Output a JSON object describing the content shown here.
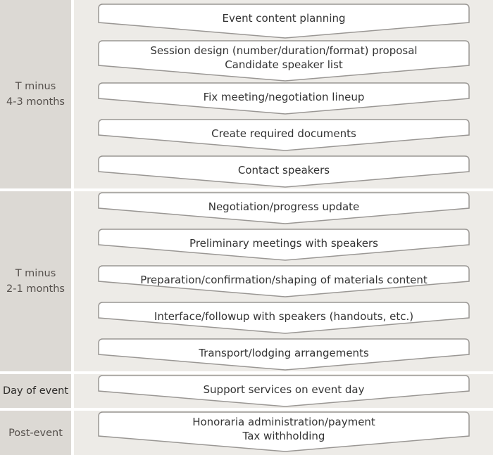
{
  "phases": [
    {
      "label": "T minus\n4-3 months"
    },
    {
      "label": "T minus\n2-1 months"
    },
    {
      "label": "Day of event"
    },
    {
      "label": "Post-event"
    }
  ],
  "steps": [
    {
      "label": "Event content planning"
    },
    {
      "label": "Session design (number/duration/format) proposal\nCandidate speaker list"
    },
    {
      "label": "Fix meeting/negotiation lineup"
    },
    {
      "label": "Create required documents"
    },
    {
      "label": "Contact speakers"
    },
    {
      "label": "Negotiation/progress update"
    },
    {
      "label": "Preliminary meetings with speakers"
    },
    {
      "label": "Preparation/confirmation/shaping of materials content"
    },
    {
      "label": "Interface/followup with speakers (handouts, etc.)"
    },
    {
      "label": "Transport/lodging arrangements"
    },
    {
      "label": "Support services on event day"
    },
    {
      "label": "Honoraria administration/payment\nTax withholding"
    }
  ],
  "colors": {
    "phase_label_bg": "#dcd9d4",
    "phase_area_bg": "#edebe7",
    "step_fill": "#ffffff",
    "step_border": "#9a9794"
  }
}
